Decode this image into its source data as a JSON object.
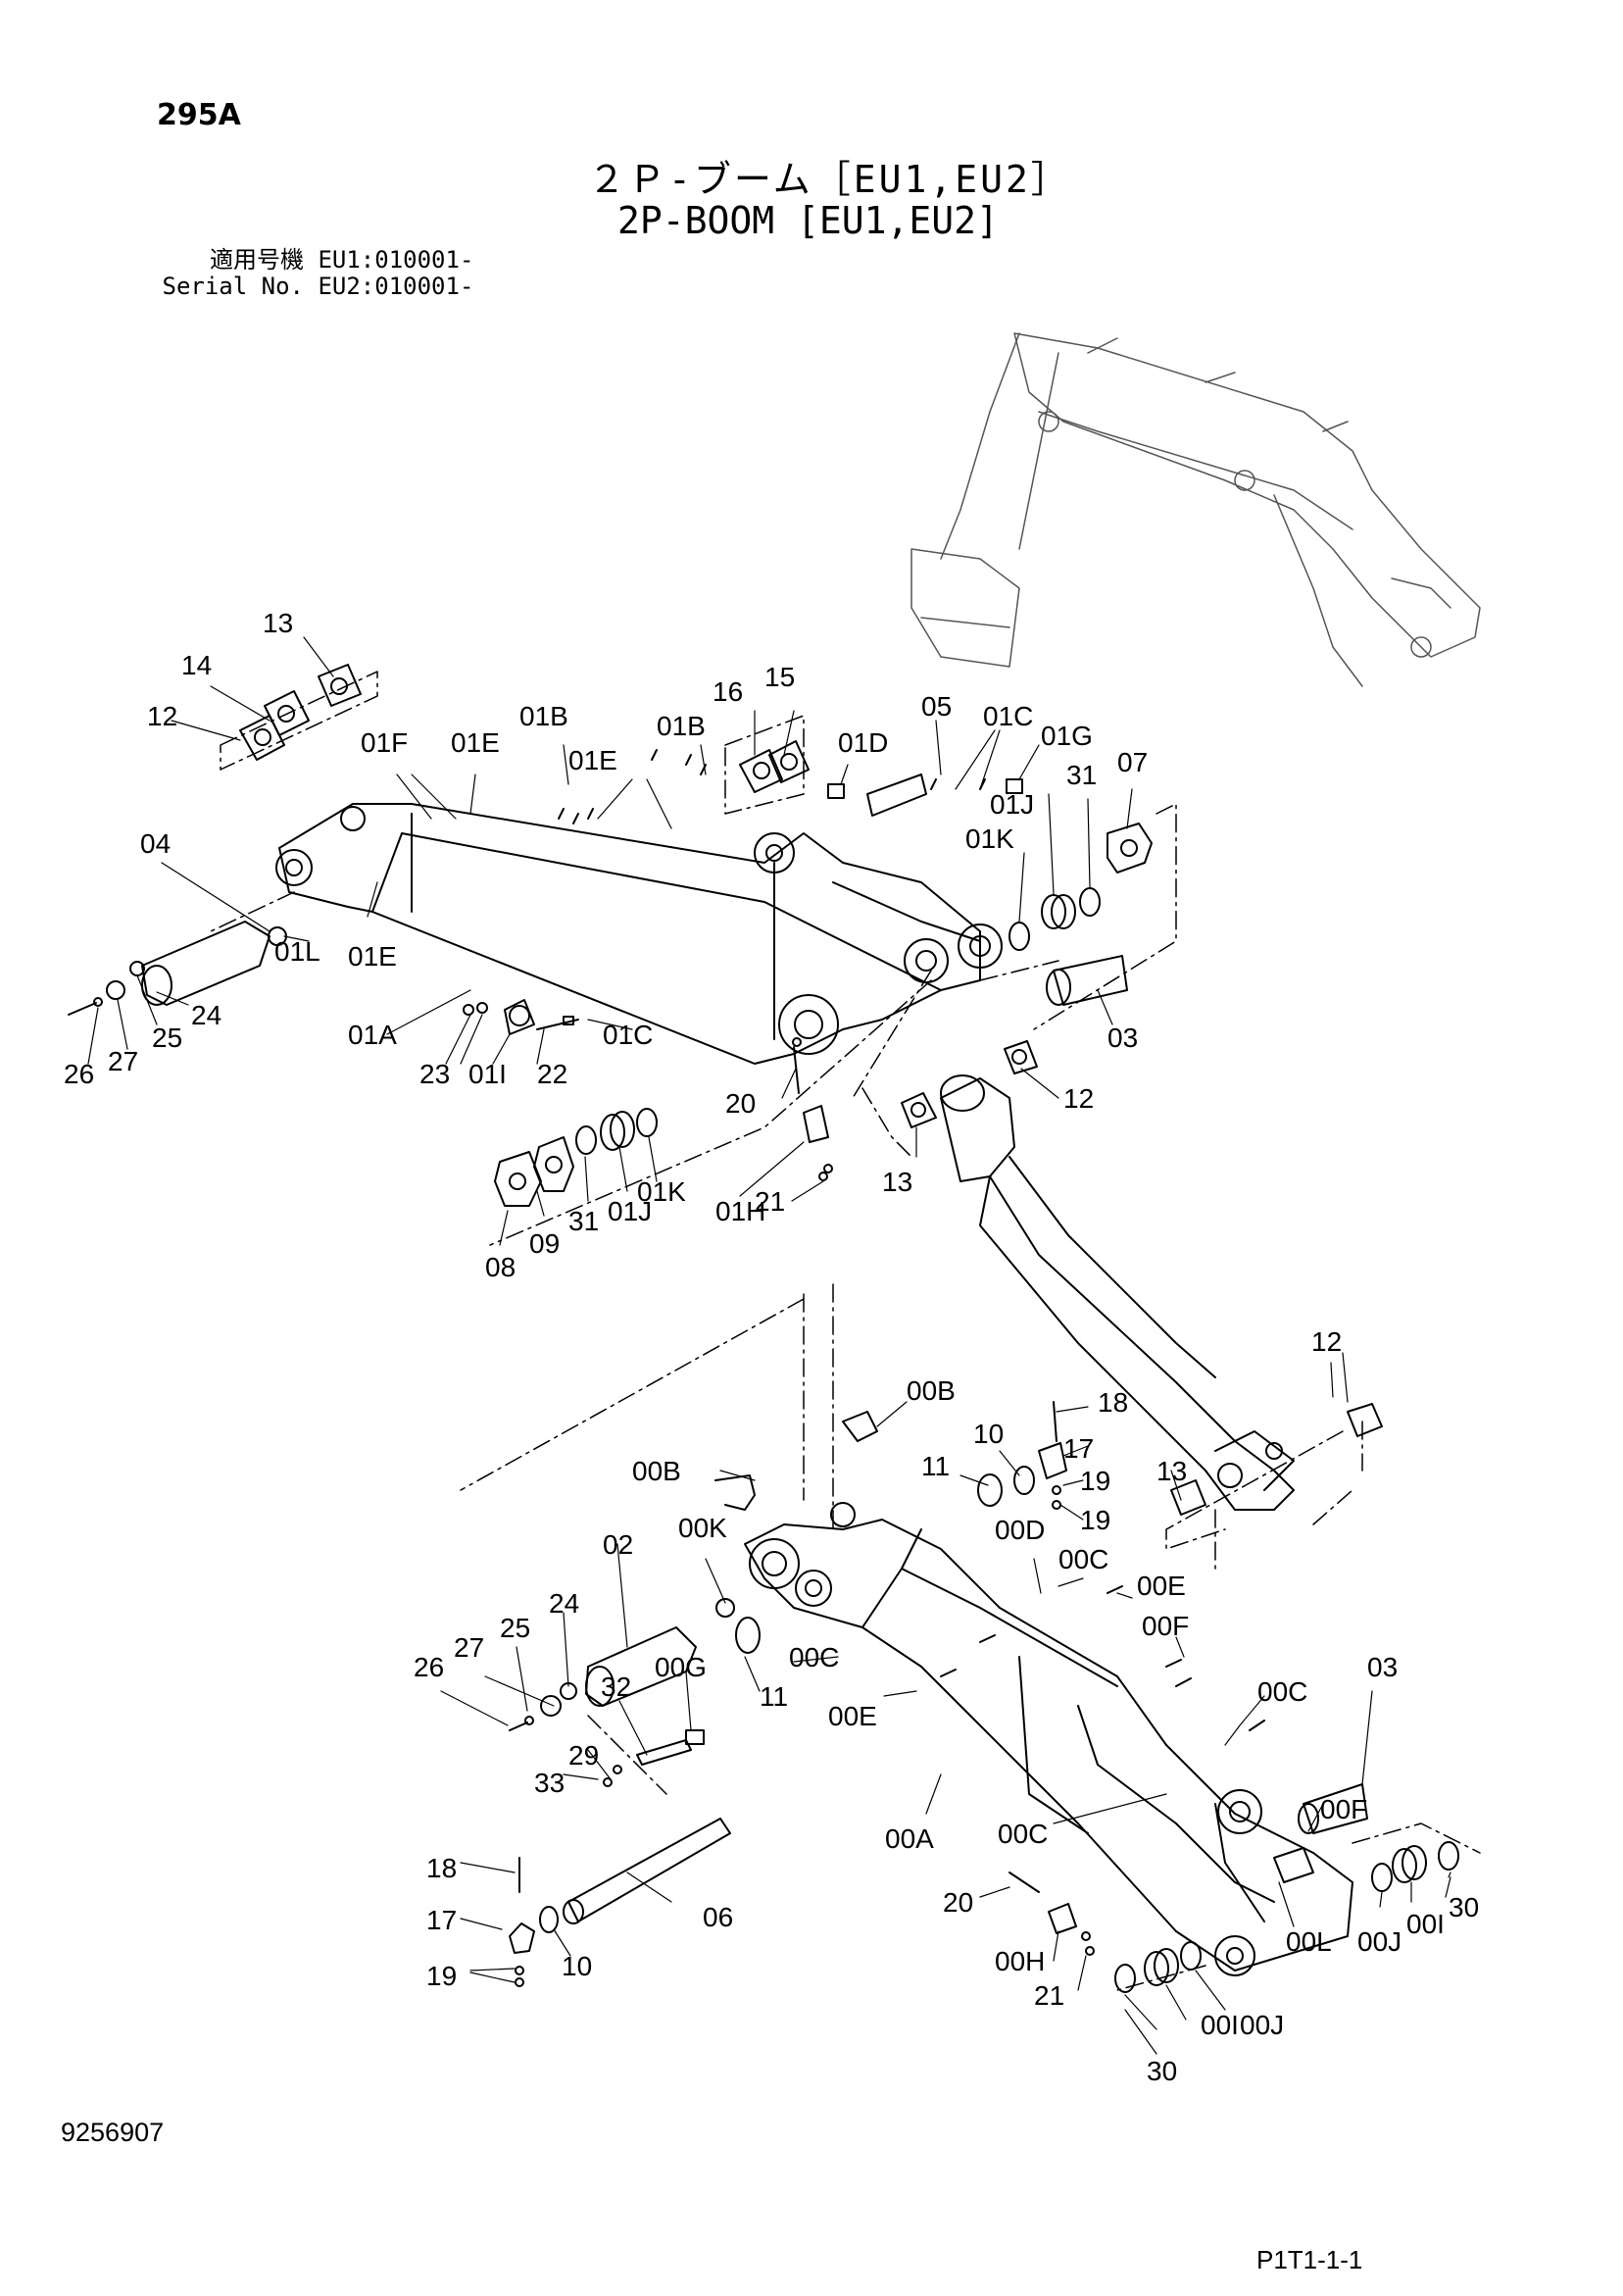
{
  "header": {
    "model": "295A",
    "title_jp": "２Ｐ-ブーム［EU1,EU2］",
    "title_en": "2P-BOOM [EU1,EU2]",
    "serial_label_jp": "適用号機",
    "serial_label_en": "Serial No.",
    "serial_eu1": "EU1:010001-",
    "serial_eu2": "EU2:010001-"
  },
  "footer": {
    "doc_number": "9256907",
    "page_ref": "P1T1-1-1"
  },
  "callouts": {
    "upper": [
      "13",
      "14",
      "12",
      "16",
      "15",
      "01B",
      "01B",
      "01F",
      "01E",
      "01E",
      "05",
      "01C",
      "01G",
      "01D",
      "04",
      "01L",
      "01E",
      "31",
      "07",
      "01J",
      "01K",
      "01A",
      "23",
      "01I",
      "22",
      "01C",
      "26",
      "27",
      "25",
      "24",
      "03",
      "20",
      "12",
      "01K",
      "01H",
      "01J",
      "31",
      "09",
      "08",
      "13",
      "21"
    ],
    "lower": [
      "12",
      "00B",
      "18",
      "10",
      "17",
      "00B",
      "11",
      "19",
      "19",
      "13",
      "00K",
      "00D",
      "00C",
      "02",
      "00E",
      "24",
      "00F",
      "25",
      "27",
      "26",
      "32",
      "00G",
      "00C",
      "11",
      "00E",
      "29",
      "33",
      "00C",
      "03",
      "00A",
      "00C",
      "00F",
      "18",
      "06",
      "20",
      "17",
      "10",
      "19",
      "00H",
      "21",
      "00L",
      "00J",
      "00I",
      "30",
      "30",
      "00I",
      "00J"
    ]
  }
}
